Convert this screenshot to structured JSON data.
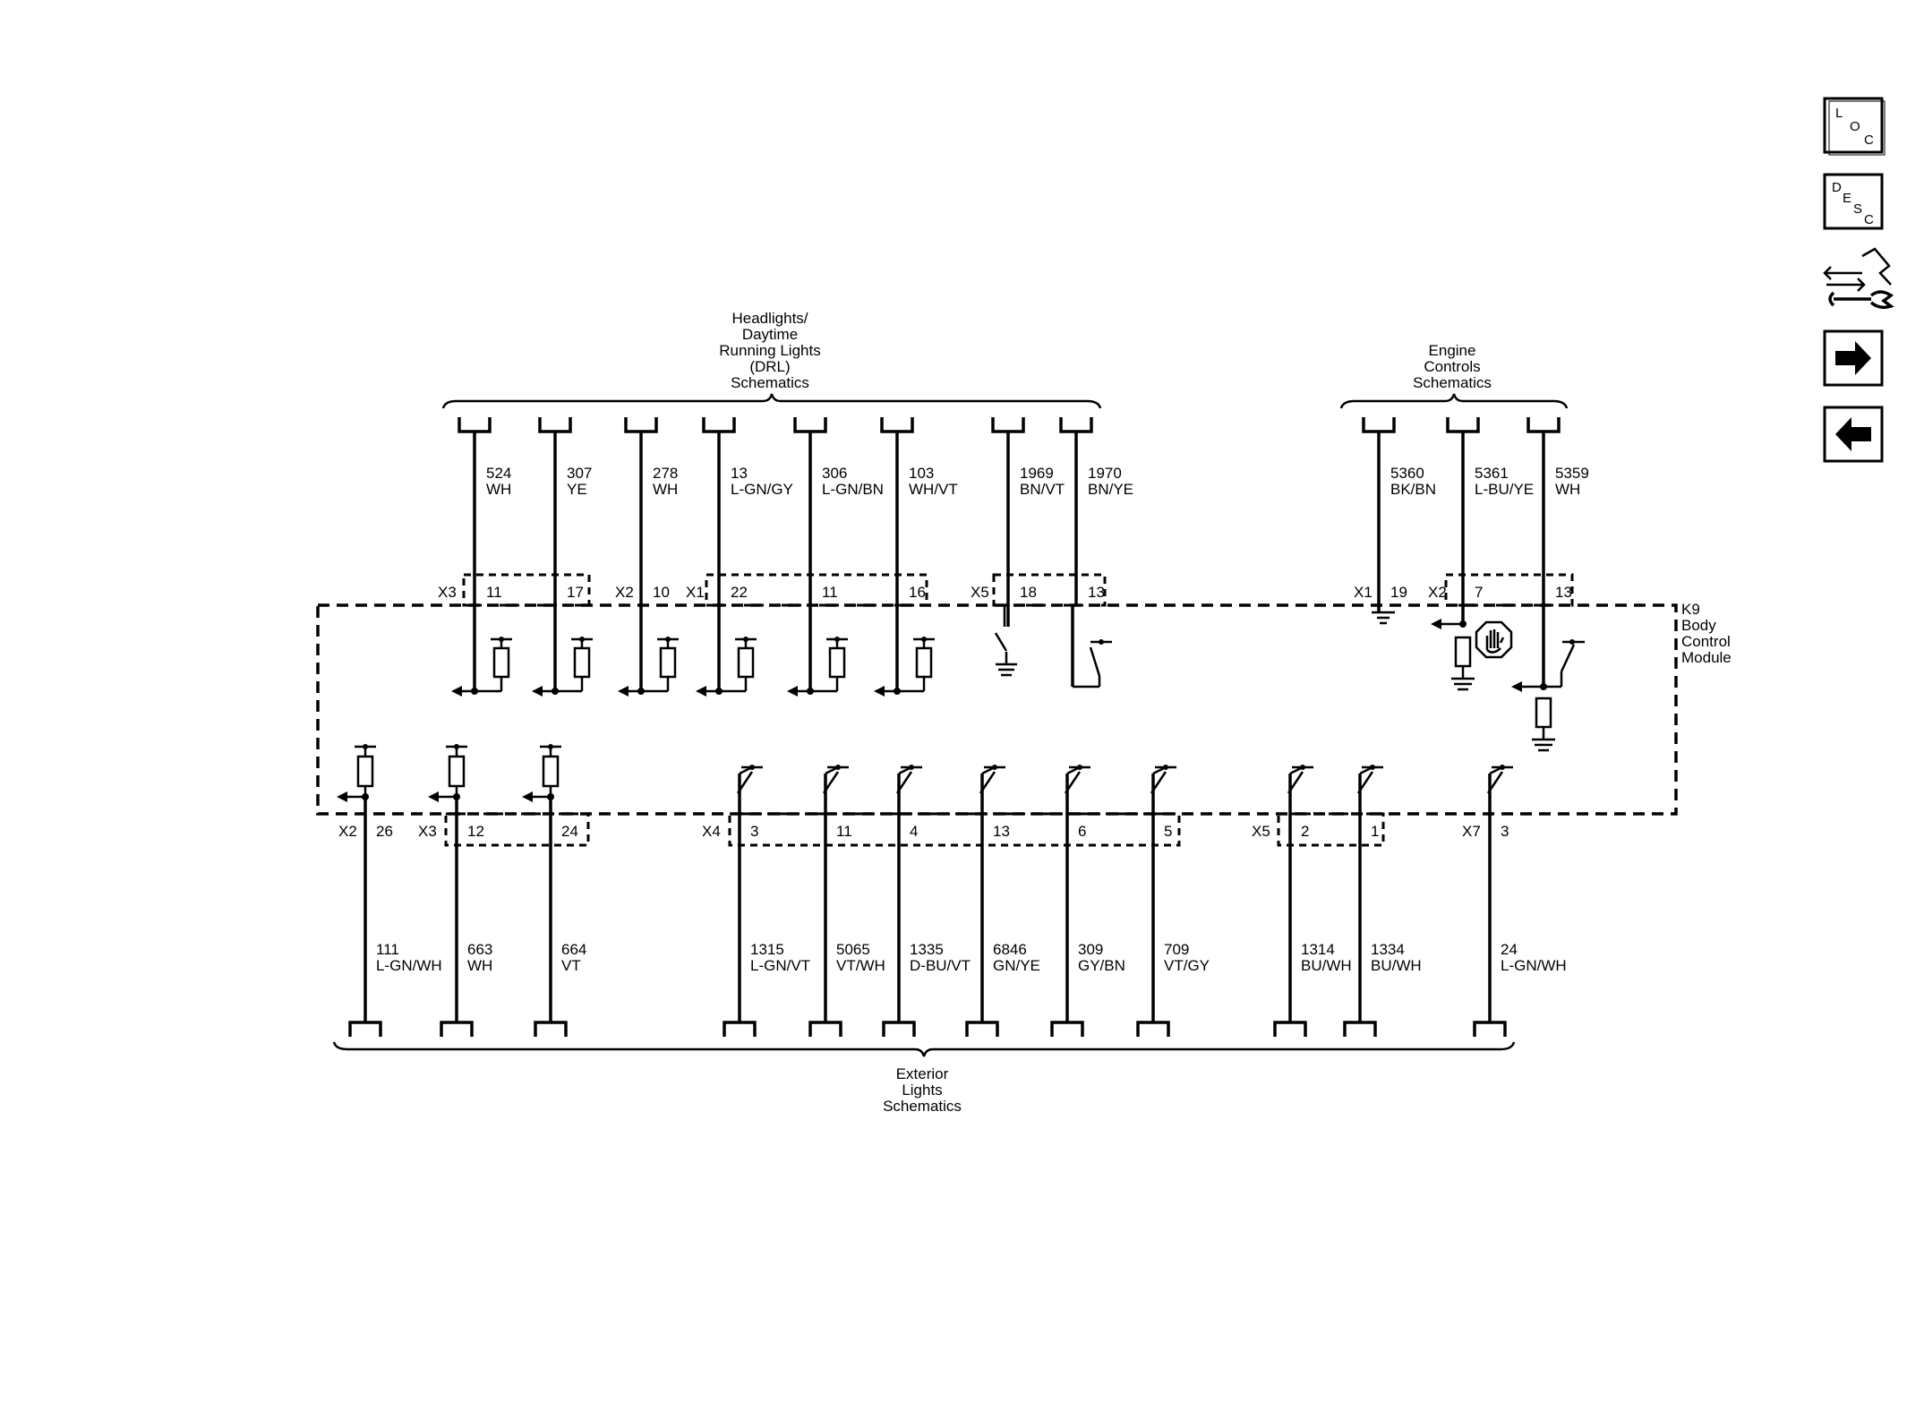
{
  "header_groups": {
    "drl": {
      "lines": [
        "Headlights/",
        "Daytime",
        "Running Lights",
        "(DRL)",
        "Schematics"
      ]
    },
    "engine": {
      "lines": [
        "Engine",
        "Controls",
        "Schematics"
      ]
    }
  },
  "footer_group": {
    "lines": [
      "Exterior",
      "Lights",
      "Schematics"
    ]
  },
  "module": {
    "lines": [
      "K9",
      "Body",
      "Control",
      "Module"
    ]
  },
  "nav": {
    "loc": [
      "L",
      "O",
      "C"
    ],
    "desc": [
      "D",
      "E",
      "S",
      "C"
    ]
  },
  "top_wires": [
    {
      "circuit": "524",
      "color": "WH",
      "pin": "11",
      "connector": "X3"
    },
    {
      "circuit": "307",
      "color": "YE",
      "pin": "17",
      "connector": ""
    },
    {
      "circuit": "278",
      "color": "WH",
      "pin": "10",
      "connector": "X2"
    },
    {
      "circuit": "13",
      "color": "L-GN/GY",
      "pin": "22",
      "connector": "X1"
    },
    {
      "circuit": "306",
      "color": "L-GN/BN",
      "pin": "11",
      "connector": ""
    },
    {
      "circuit": "103",
      "color": "WH/VT",
      "pin": "16",
      "connector": ""
    },
    {
      "circuit": "1969",
      "color": "BN/VT",
      "pin": "18",
      "connector": "X5"
    },
    {
      "circuit": "1970",
      "color": "BN/YE",
      "pin": "13",
      "connector": ""
    },
    {
      "circuit": "5360",
      "color": "BK/BN",
      "pin": "19",
      "connector": "X1"
    },
    {
      "circuit": "5361",
      "color": "L-BU/YE",
      "pin": "7",
      "connector": "X2"
    },
    {
      "circuit": "5359",
      "color": "WH",
      "pin": "13",
      "connector": ""
    }
  ],
  "bottom_wires": [
    {
      "circuit": "111",
      "color": "L-GN/WH",
      "pin": "26",
      "connector": "X2"
    },
    {
      "circuit": "663",
      "color": "WH",
      "pin": "12",
      "connector": "X3"
    },
    {
      "circuit": "664",
      "color": "VT",
      "pin": "24",
      "connector": ""
    },
    {
      "circuit": "1315",
      "color": "L-GN/VT",
      "pin": "3",
      "connector": "X4"
    },
    {
      "circuit": "5065",
      "color": "VT/WH",
      "pin": "11",
      "connector": ""
    },
    {
      "circuit": "1335",
      "color": "D-BU/VT",
      "pin": "4",
      "connector": ""
    },
    {
      "circuit": "6846",
      "color": "GN/YE",
      "pin": "13",
      "connector": ""
    },
    {
      "circuit": "309",
      "color": "GY/BN",
      "pin": "6",
      "connector": ""
    },
    {
      "circuit": "709",
      "color": "VT/GY",
      "pin": "5",
      "connector": ""
    },
    {
      "circuit": "1314",
      "color": "BU/WH",
      "pin": "2",
      "connector": "X5"
    },
    {
      "circuit": "1334",
      "color": "BU/WH",
      "pin": "1",
      "connector": ""
    },
    {
      "circuit": "24",
      "color": "L-GN/WH",
      "pin": "3",
      "connector": "X7"
    }
  ]
}
